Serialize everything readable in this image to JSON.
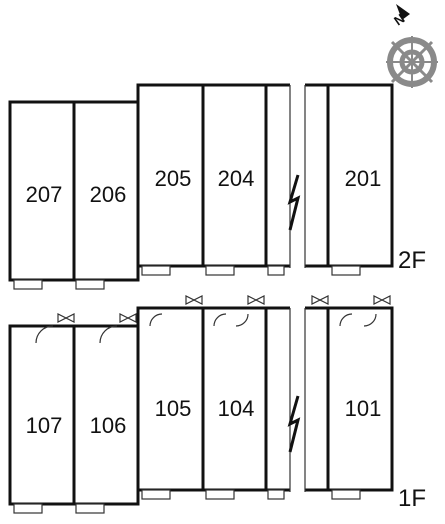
{
  "floors": [
    {
      "label": "2F",
      "units": [
        "207",
        "206",
        "205",
        "204",
        "201"
      ]
    },
    {
      "label": "1F",
      "units": [
        "107",
        "106",
        "105",
        "104",
        "101"
      ]
    }
  ],
  "compass": {
    "label": "N",
    "icon": "compass-rose-icon"
  },
  "colors": {
    "line": "#111111",
    "background": "#ffffff",
    "compass": "#888888"
  }
}
